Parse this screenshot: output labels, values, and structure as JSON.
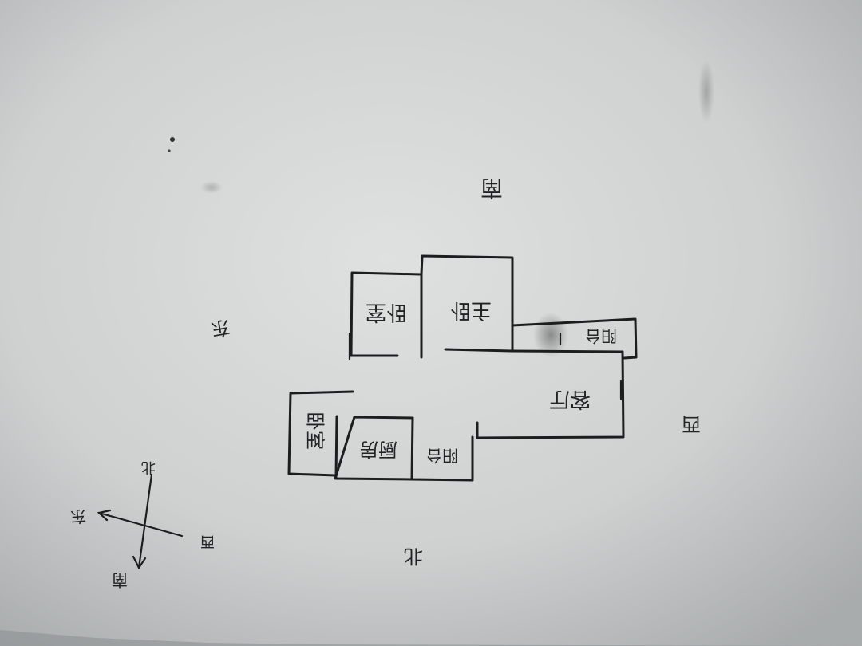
{
  "directions": {
    "south": "南",
    "east": "东",
    "west": "西",
    "north": "北"
  },
  "rooms": {
    "bedroom_2": "卧室",
    "bedroom_main": "主卧",
    "balcony_small": "阳台",
    "living_room": "客厅",
    "bedroom_3": "卧室",
    "kitchen": "厨房",
    "balcony_main": "阳台"
  },
  "compass": {
    "north": "北",
    "east": "东",
    "west": "西",
    "south": "南"
  },
  "colors": {
    "paper": "#c9cbcb",
    "ink": "#1c1d1e"
  }
}
